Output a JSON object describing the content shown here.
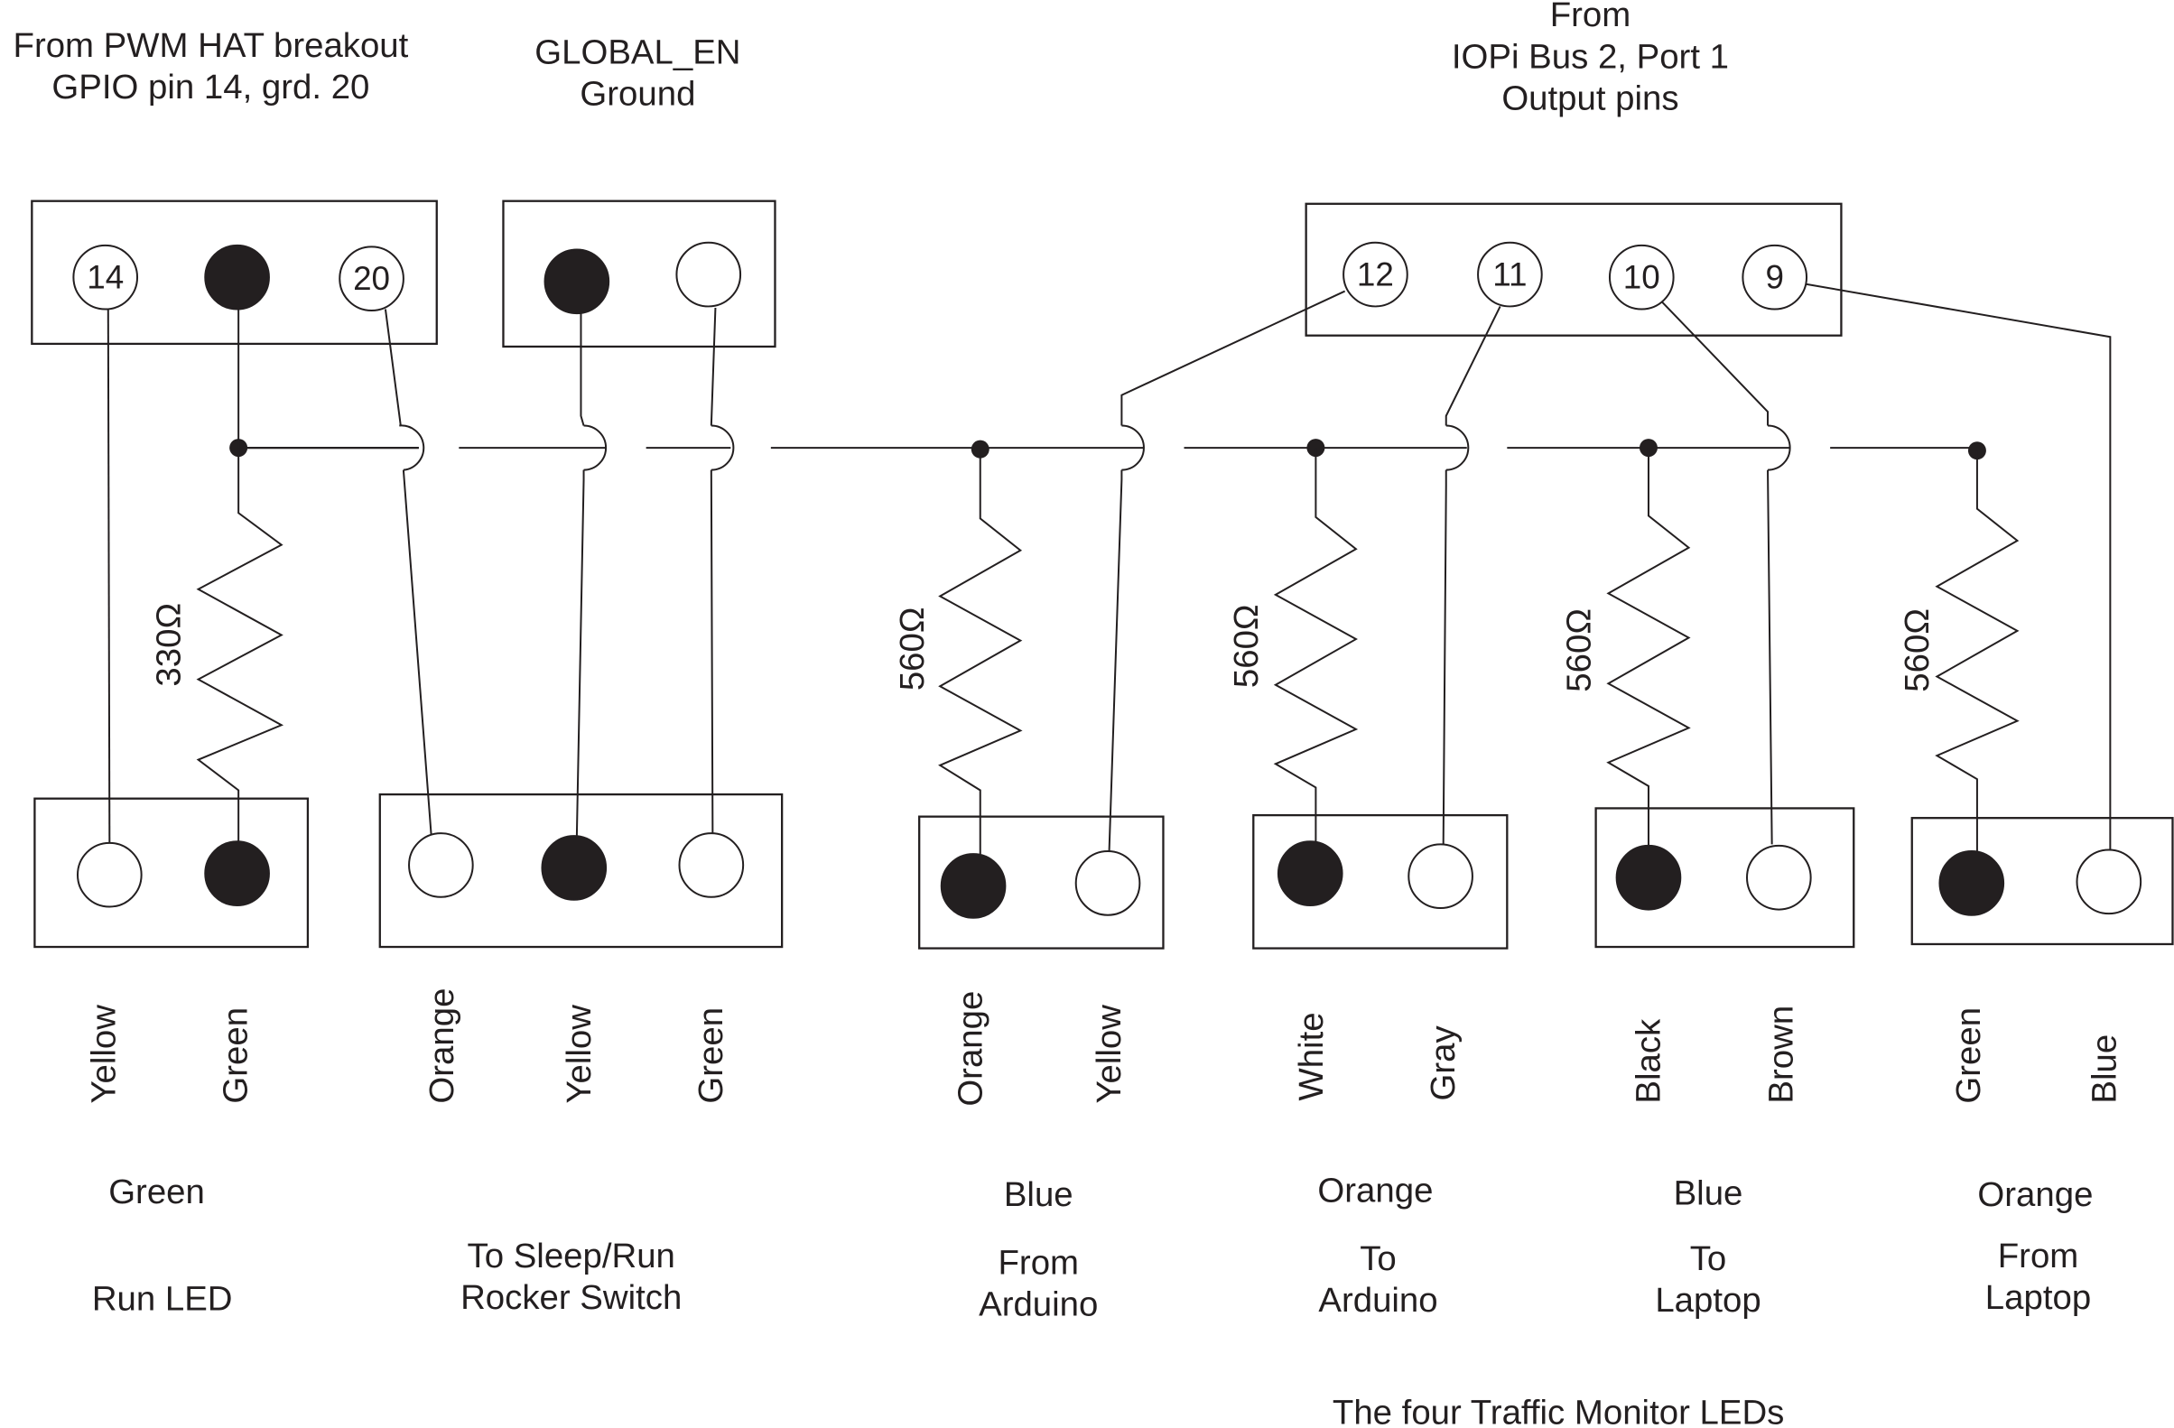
{
  "top_labels": {
    "pwm_hat": [
      "From PWM HAT breakout",
      "GPIO pin 14, grd. 20"
    ],
    "global_en": [
      "GLOBAL_EN",
      "Ground"
    ],
    "iopi": [
      "From",
      "IOPi Bus 2, Port 1",
      "Output pins"
    ]
  },
  "pins": {
    "pwm_hat": [
      "14",
      "20"
    ],
    "iopi": [
      "12",
      "11",
      "10",
      "9"
    ]
  },
  "resistors": [
    "330Ω",
    "560Ω",
    "560Ω",
    "560Ω",
    "560Ω"
  ],
  "wire_colors": [
    "Yellow",
    "Green",
    "Orange",
    "Yellow",
    "Green",
    "Orange",
    "Yellow",
    "White",
    "Gray",
    "Black",
    "Brown",
    "Green",
    "Blue"
  ],
  "groups": [
    {
      "color": "Green",
      "lines": [
        "Run LED"
      ]
    },
    {
      "color": "",
      "lines": [
        "To Sleep/Run",
        "Rocker Switch"
      ]
    },
    {
      "color": "Blue",
      "lines": [
        "From",
        "Arduino"
      ]
    },
    {
      "color": "Orange",
      "lines": [
        "To",
        "Arduino"
      ]
    },
    {
      "color": "Blue",
      "lines": [
        "To",
        "Laptop"
      ]
    },
    {
      "color": "Orange",
      "lines": [
        "From",
        "Laptop"
      ]
    }
  ],
  "footer": "The four Traffic Monitor LEDs"
}
